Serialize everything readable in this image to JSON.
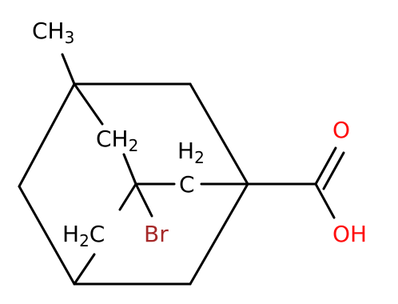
{
  "molecule": {
    "colors": {
      "carbon": "#000000",
      "oxygen": "#ff0d0d",
      "bromine": "#a62929"
    },
    "labels": {
      "methyl": {
        "main": "CH",
        "sub": "3"
      },
      "ch2_upper": {
        "main": "CH",
        "sub": "2"
      },
      "ch2_right": {
        "main": "H",
        "sub": "2",
        "tail": "C"
      },
      "ch2_lower": {
        "main": "H",
        "sub": "2",
        "tail": "C"
      },
      "bromine": "Br",
      "carbonyl_oxygen": "O",
      "hydroxyl": "OH"
    }
  }
}
